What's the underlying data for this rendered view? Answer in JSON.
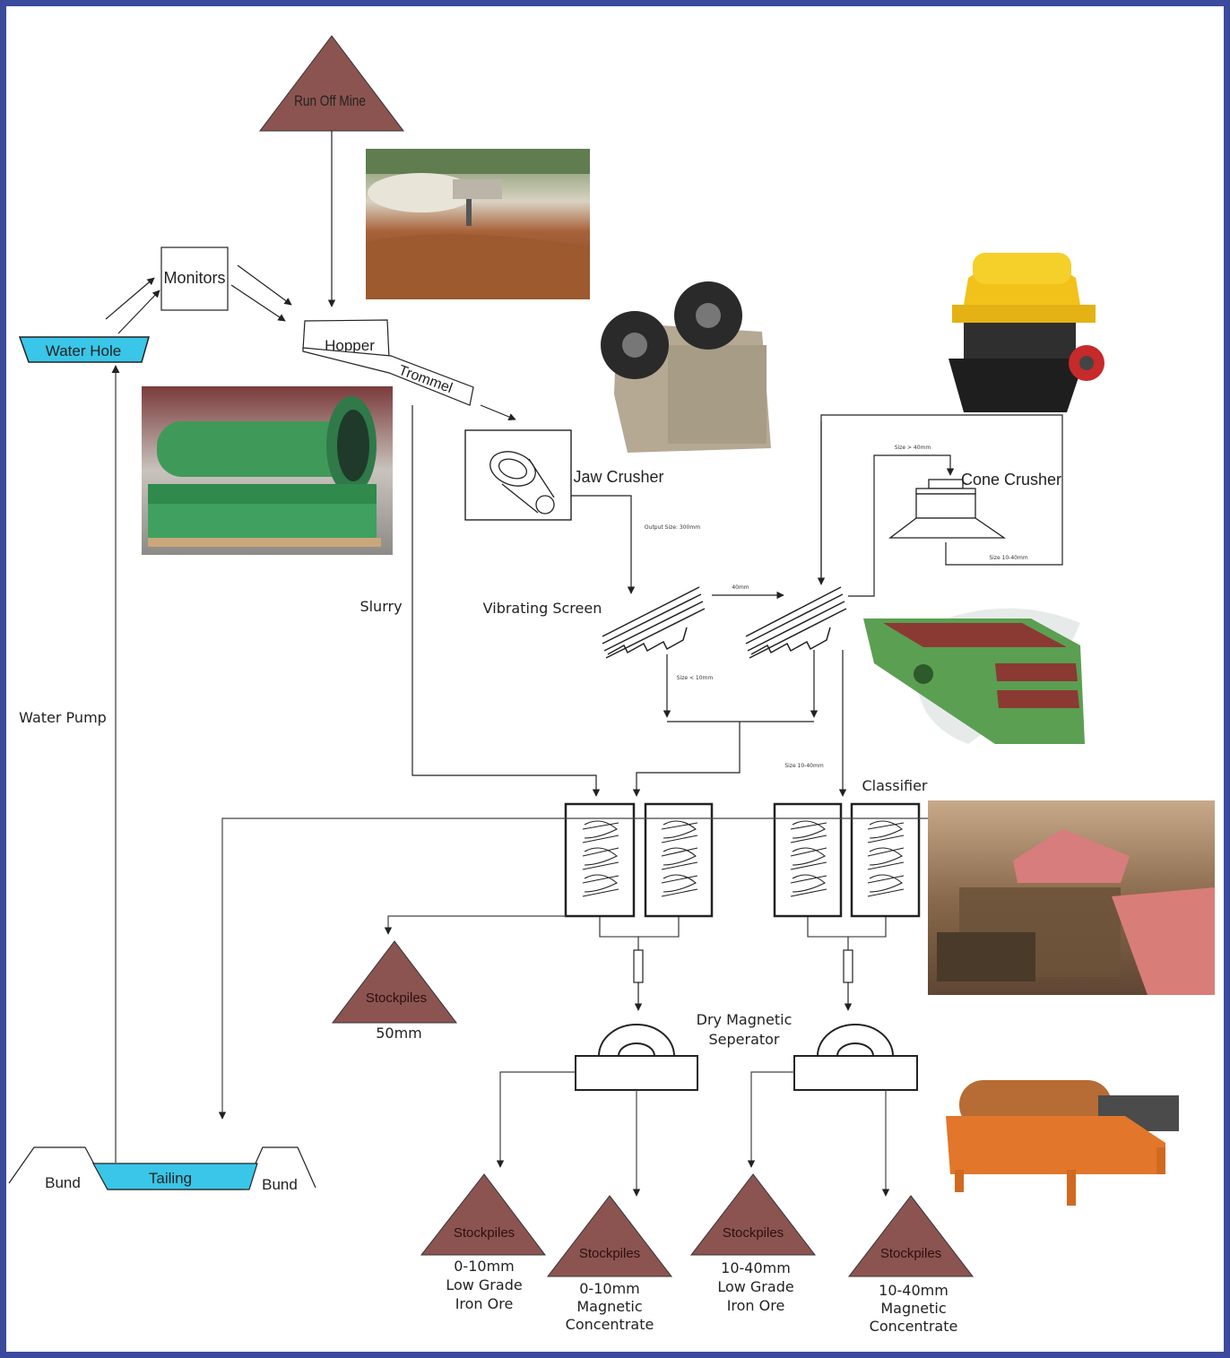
{
  "nodes": {
    "run_off_mine": "Run Off Mine",
    "monitors": "Monitors",
    "water_hole": "Water Hole",
    "hopper": "Hopper",
    "trommel": "Trommel",
    "jaw_crusher": "Jaw Crusher",
    "cone_crusher": "Cone Crusher",
    "vibrating_screen": "Vibrating Screen",
    "slurry": "Slurry",
    "water_pump": "Water Pump",
    "classifier": "Classifier",
    "dry_magnetic_separator_line1": "Dry Magnetic",
    "dry_magnetic_separator_line2": "Seperator",
    "tailing": "Tailing",
    "bund_left": "Bund",
    "bund_right": "Bund"
  },
  "stockpiles": [
    {
      "label": "Stockpiles",
      "caption": [
        "50mm"
      ]
    },
    {
      "label": "Stockpiles",
      "caption": [
        "0-10mm",
        "Low Grade",
        "Iron Ore"
      ]
    },
    {
      "label": "Stockpiles",
      "caption": [
        "0-10mm",
        "Magnetic",
        "Concentrate"
      ]
    },
    {
      "label": "Stockpiles",
      "caption": [
        "10-40mm",
        "Low Grade",
        "Iron Ore"
      ]
    },
    {
      "label": "Stockpiles",
      "caption": [
        "10-40mm",
        "Magnetic",
        "Concentrate"
      ]
    }
  ],
  "small_labels": {
    "output_size": "Output Size: 300mm",
    "screen_40": "40mm",
    "size_under_10": "Size < 10mm",
    "size_10_40": "Size 10-40mm",
    "cone_size_40": "Size > 40mm",
    "cone_size_out": "Size 10-40mm"
  },
  "colors": {
    "stockpile": "#8c5450",
    "water": "#39c6e8",
    "frame": "#3b4a9c"
  }
}
